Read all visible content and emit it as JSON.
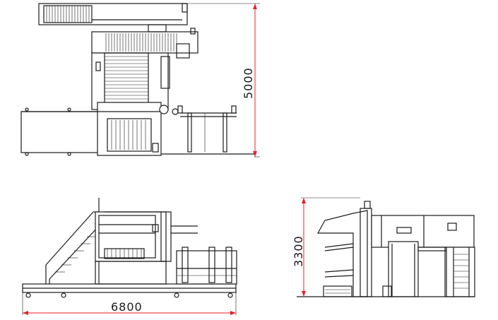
{
  "dimensions": {
    "plan_height": "5000",
    "front_length": "6800",
    "side_height": "3300"
  },
  "colors": {
    "dimension_line": "#e8202a",
    "drawing_line": "#1a1a1a",
    "background": "#ffffff"
  }
}
